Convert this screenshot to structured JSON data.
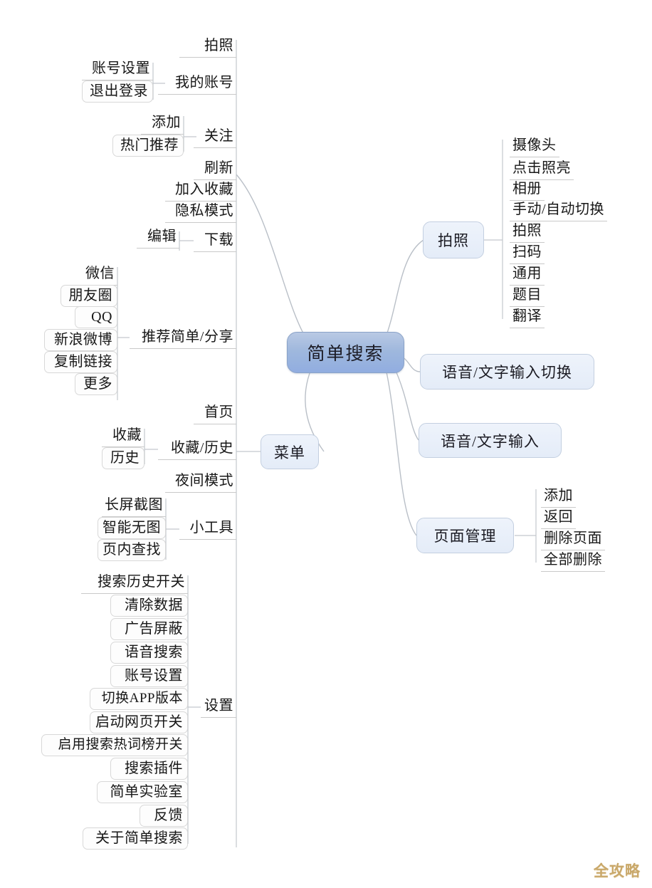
{
  "root": {
    "label": "简单搜索"
  },
  "watermark": {
    "text": "全攻略"
  },
  "right_branches": [
    {
      "label": "拍照",
      "children": [
        "摄像头",
        "点击照亮",
        "相册",
        "手动/自动切换",
        "拍照",
        "扫码",
        "通用",
        "题目",
        "翻译"
      ]
    },
    {
      "label": "语音/文字输入切换",
      "children": []
    },
    {
      "label": "语音/文字输入",
      "children": []
    },
    {
      "label": "页面管理",
      "children": [
        "添加",
        "返回",
        "删除页面",
        "全部删除"
      ]
    }
  ],
  "left_top_items": [
    {
      "label": "拍照",
      "children": []
    },
    {
      "label": "我的账号",
      "children": [
        "账号设置",
        "退出登录"
      ]
    },
    {
      "label": "关注",
      "children": [
        "添加",
        "热门推荐"
      ]
    },
    {
      "label": "刷新",
      "children": []
    },
    {
      "label": "加入收藏",
      "children": []
    },
    {
      "label": "隐私模式",
      "children": []
    },
    {
      "label": "下载",
      "children": [
        "编辑"
      ]
    },
    {
      "label": "推荐简单/分享",
      "children": [
        "微信",
        "朋友圈",
        "QQ",
        "新浪微博",
        "复制链接",
        "更多"
      ]
    }
  ],
  "menu_branch": {
    "label": "菜单",
    "items": [
      {
        "label": "首页",
        "children": []
      },
      {
        "label": "收藏/历史",
        "children": [
          "收藏",
          "历史"
        ]
      },
      {
        "label": "夜间模式",
        "children": []
      },
      {
        "label": "小工具",
        "children": [
          "长屏截图",
          "智能无图",
          "页内查找"
        ]
      },
      {
        "label": "设置",
        "children": [
          "搜索历史开关",
          "清除数据",
          "广告屏蔽",
          "语音搜索",
          "账号设置",
          "切换APP版本",
          "启动网页开关",
          "启用搜索热词榜开关",
          "搜索插件",
          "简单实验室",
          "反馈",
          "关于简单搜索"
        ]
      }
    ]
  },
  "colors": {
    "root_fill_top": "#b9c9e4",
    "root_fill_bottom": "#91ade0",
    "branch_fill": "#e8effa",
    "line": "#b9bfc7",
    "watermark": "#c9a86a"
  }
}
